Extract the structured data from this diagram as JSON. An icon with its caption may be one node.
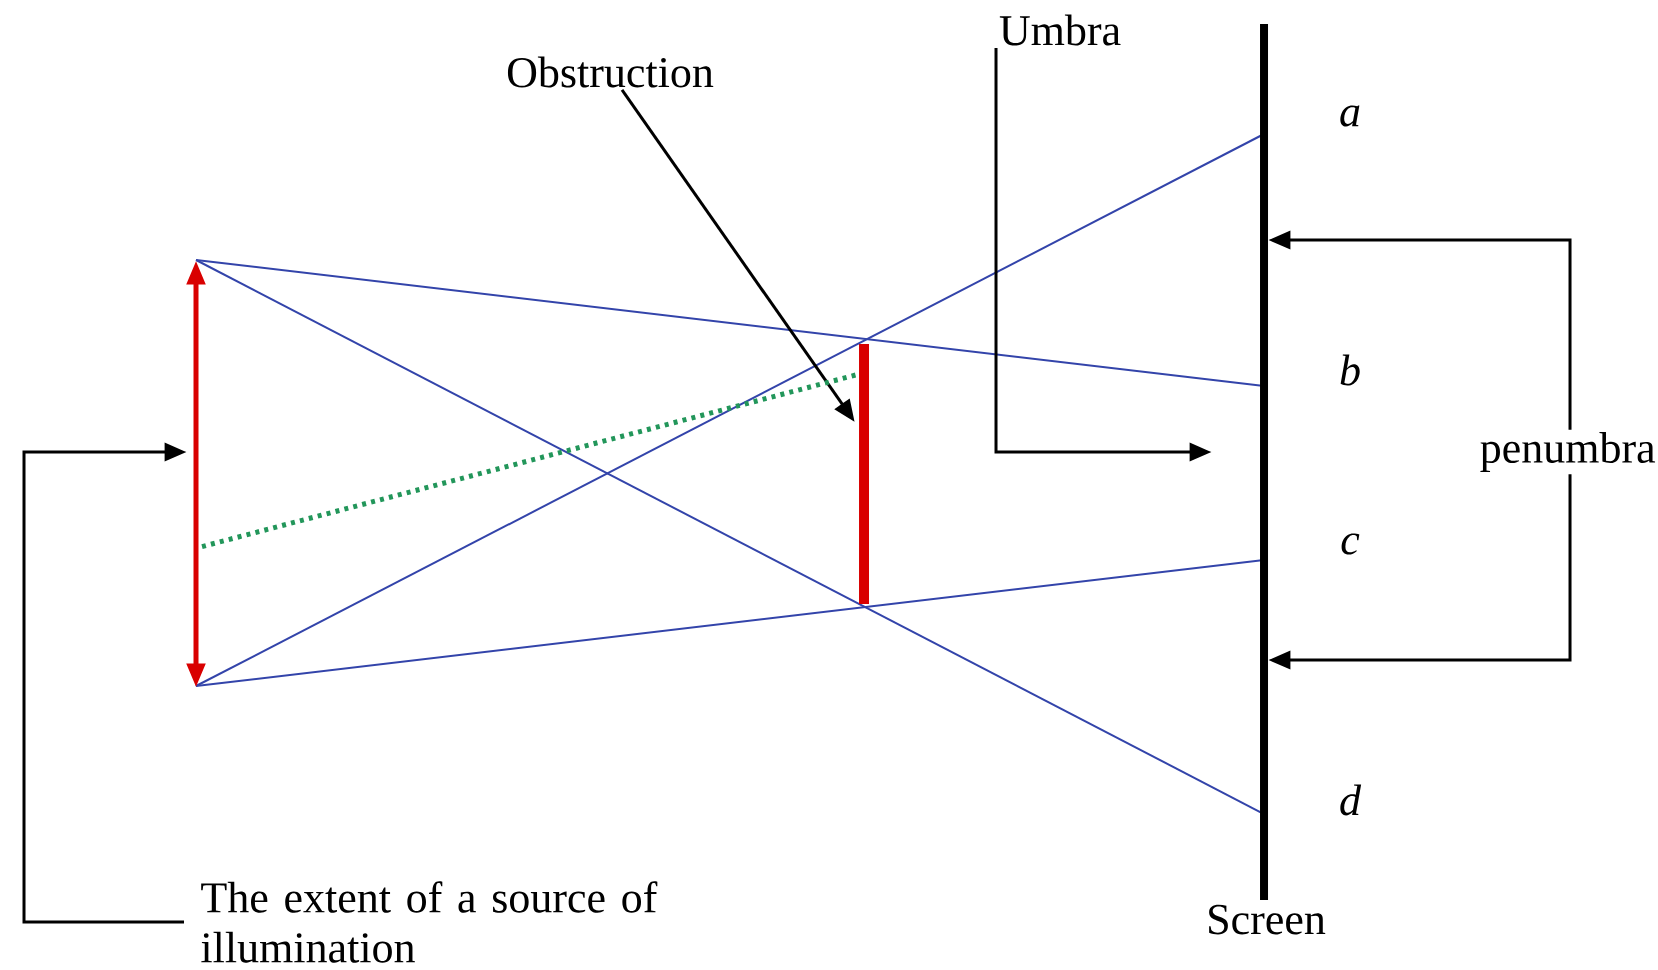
{
  "diagram": {
    "nodes": [
      {
        "text": [
          "Obstruction"
        ]
      },
      {
        "text": [],
        "shape": "bar"
      },
      {
        "text": [
          "Umbra"
        ]
      },
      {
        "text": [],
        "shape": "bar",
        "beside": [
          "Screen"
        ]
      },
      {
        "text": [
          "penumbra"
        ]
      },
      {
        "text": [],
        "shape": "bar"
      },
      {
        "text": [
          "The extent of a source of illumination"
        ]
      }
    ],
    "edges": [
      {
        "from": 0,
        "to": 5,
        "arrow": "to"
      },
      {
        "from": 2,
        "to": 3,
        "arrow": "to"
      },
      {
        "from": 4,
        "to": 3,
        "arrow": "to"
      },
      {
        "from": 4,
        "to": 3,
        "arrow": "to"
      },
      {
        "from": 6,
        "to": 1,
        "arrow": "to"
      },
      {
        "from": 1,
        "to": 5,
        "arrow": "none",
        "style": "dashed",
        "color": "#22965a"
      }
    ],
    "labels": [
      "a",
      "b",
      "c",
      "d"
    ]
  }
}
